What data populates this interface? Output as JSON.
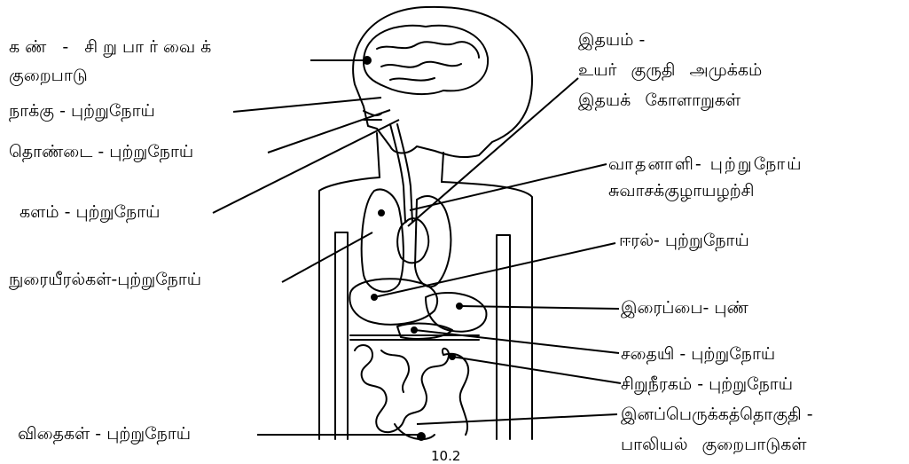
{
  "labels": {
    "eye_line1": "கண் - சிறுபார்வைக்",
    "eye_line2": "குறைபாடு",
    "tongue": "நாக்கு - புற்றுநோய்",
    "throat": "தொண்டை - புற்றுநோய்",
    "esophagus": "களம் - புற்றுநோய்",
    "lungs": "நுரையீரல்கள்-புற்றுநோய்",
    "testes": "விதைகள் - புற்றுநோய்",
    "heart_line1": "இதயம் -",
    "heart_line2": "உயர் குருதி அமுக்கம்",
    "heart_line3": "இதயக் கோளாறுகள்",
    "trachea_line1": "வாதனாளி- புற்றுநோய்",
    "trachea_line2": "சுவாசக்குழாயழற்சி",
    "liver": "ஈரல்- புற்றுநோய்",
    "stomach": "இரைப்பை- புண்",
    "pancreas": "சதையி - புற்றுநோய்",
    "kidney": "சிறுநீரகம் - புற்றுநோய்",
    "reproductive_line1": "இனப்பெருக்கத்தொகுதி -",
    "reproductive_line2": "பாலியல் குறைபாடுகள்"
  },
  "caption": "10.2"
}
